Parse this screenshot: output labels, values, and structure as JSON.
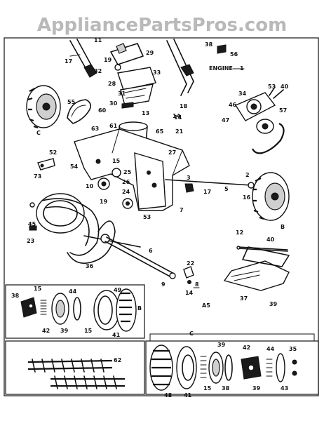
{
  "watermark": "AppliancePartsPros.com",
  "colors": {
    "ink": "#111111",
    "paper": "#ffffff",
    "watermark": "#b9b9b9"
  },
  "labels": {
    "engine": "ENGINE",
    "fig_ref": "A5",
    "inset_b": "B",
    "inset_c": "C",
    "wheel_c": "C",
    "wheel_b": "B"
  },
  "callouts": {
    "c1": "11",
    "c2": "17",
    "c3": "29",
    "c4": "19",
    "c5": "32",
    "c6": "33",
    "c7": "28",
    "c8": "31",
    "c9": "30",
    "c10": "13",
    "c11": "38",
    "c12": "56",
    "c13": "1",
    "c14": "34",
    "c15": "53",
    "c16": "40",
    "c17": "46",
    "c18": "57",
    "c19": "47",
    "c20": "14",
    "c21": "18",
    "c22": "21",
    "c23": "55",
    "c24": "60",
    "c25": "63",
    "c26": "61",
    "c27": "65",
    "c28": "27",
    "c29": "52",
    "c30": "73",
    "c31": "54",
    "c32": "10",
    "c33": "15",
    "c34": "25",
    "c35": "24",
    "c36": "19",
    "c37": "26",
    "c38": "3",
    "c39": "17",
    "c40": "5",
    "c41": "2",
    "c42": "7",
    "c43": "53",
    "c44": "45",
    "c45": "23",
    "c46": "36",
    "c47": "6",
    "c48": "12",
    "c49": "40",
    "c50": "22",
    "c51": "9",
    "c52": "14",
    "c53": "8",
    "c54": "37",
    "c55": "39",
    "c56": "15",
    "c57": "38",
    "c58": "42",
    "c59": "39",
    "c60": "15",
    "c61": "44",
    "c62": "49",
    "c63": "41",
    "c64": "62",
    "c65": "48",
    "c66": "41",
    "c67": "39",
    "c68": "42",
    "c69": "15",
    "c70": "38",
    "c71": "44",
    "c72": "35",
    "c73": "43",
    "c74": "39",
    "c75": "16",
    "c76": "14"
  }
}
